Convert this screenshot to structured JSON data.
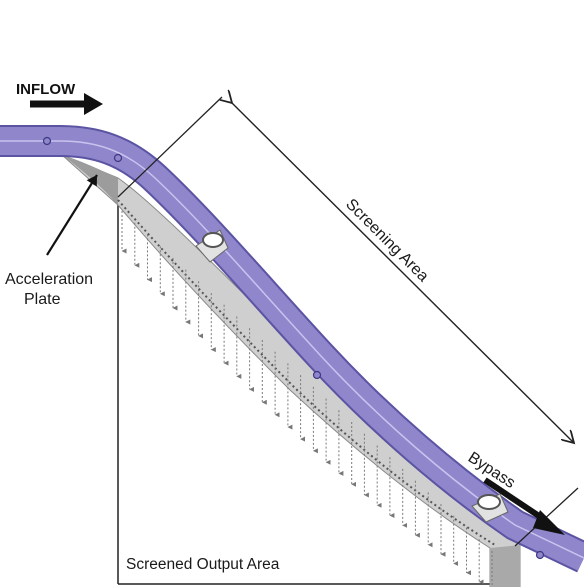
{
  "labels": {
    "inflow": "INFLOW",
    "acceleration_plate_line1": "Acceleration",
    "acceleration_plate_line2": "Plate",
    "screening_area": "Screening Area",
    "bypass": "Bypass",
    "screened_output_area": "Screened Output Area"
  },
  "colors": {
    "flow_band": "#8f86cc",
    "flow_band_edge": "#5b54a3",
    "flow_centerline": "#c9c4ee",
    "ramp_body": "#c8c8c8",
    "ramp_shadow": "#9a9a9a",
    "arrow": "#111111",
    "dim_line": "#222222",
    "drip": "#7a7a7a"
  },
  "icons": [
    "inflow-arrow-icon",
    "bypass-arrow-icon",
    "pivot-bracket-icon",
    "drip-arrow-icon"
  ]
}
